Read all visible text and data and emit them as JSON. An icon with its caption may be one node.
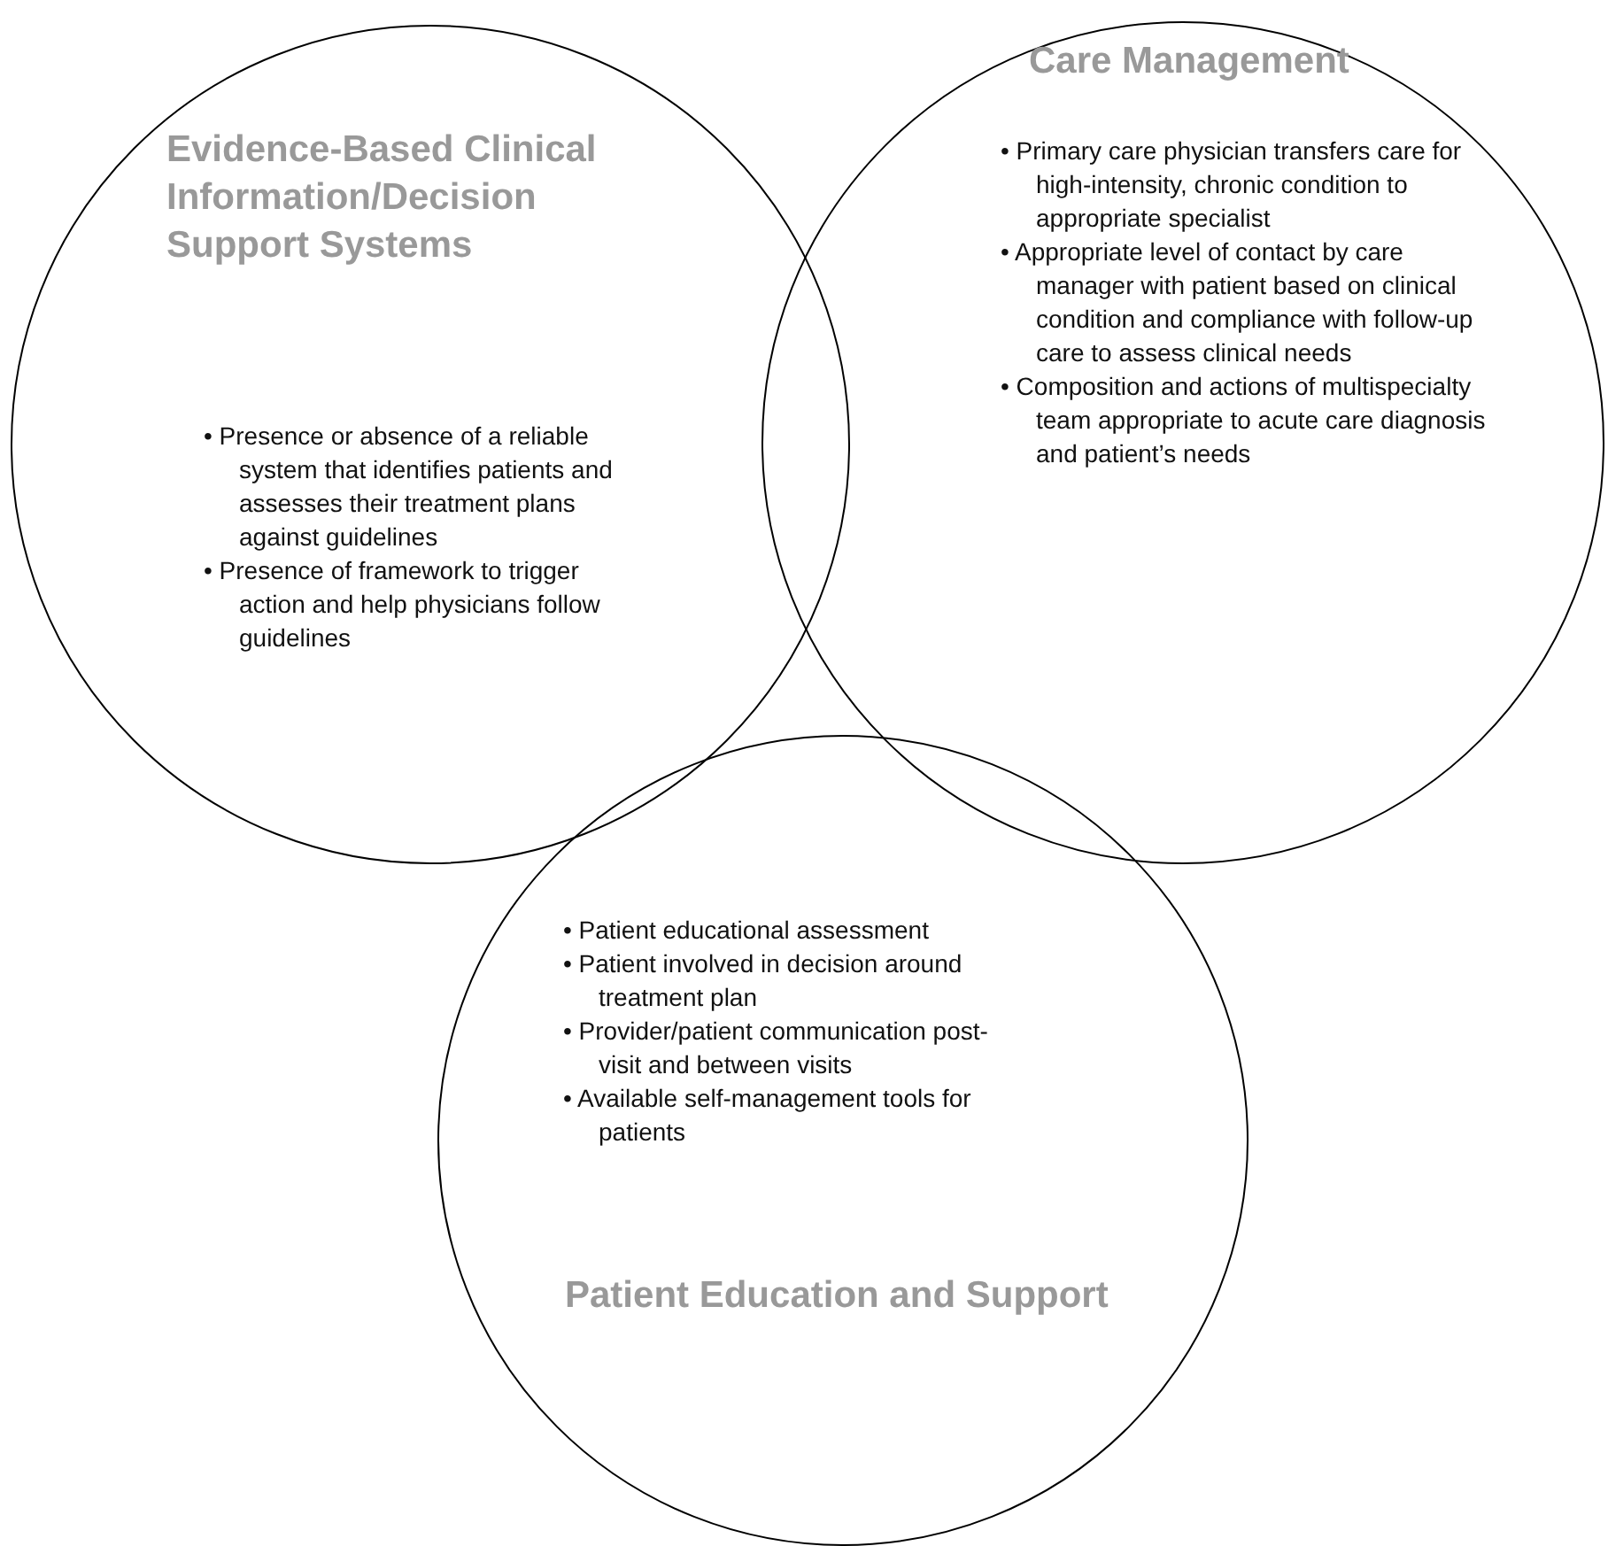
{
  "diagram": {
    "nodes": [
      {
        "text": [
          "Evidence-Based Clinical Information/Decision Support Systems",
          "• Presence or absence of a reliable system that identifies patients and assesses their treatment plans against guidelines",
          "• Presence of framework to trigger action and help physicians follow guidelines"
        ]
      },
      {
        "text": [
          "Care Management",
          "• Primary care physician transfers care for high-intensity, chronic condition to appropriate specialist",
          "• Appropriate level of contact by care manager with patient based on clinical condition and compliance with follow-up care to assess clinical needs",
          "• Composition and actions of multispecialty team appropriate to acute care diagnosis and patient’s needs"
        ]
      },
      {
        "text": [
          "• Patient educational assessment",
          "• Patient involved in decision around treatment plan",
          "• Provider/patient communication post-visit and between visits",
          "• Available self-management tools for patients",
          "Patient Education and Support"
        ]
      }
    ]
  }
}
